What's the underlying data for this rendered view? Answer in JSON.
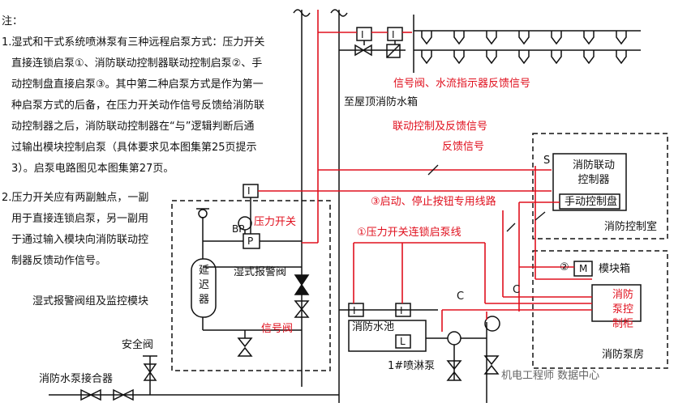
{
  "notes": {
    "heading": "注：",
    "lines": [
      "1.湿式和干式系统喷淋泵有三种远程启泵方式：压力开关",
      "直接连锁启泵①、消防联动控制器联动控制启泵②、手",
      "动控制盘直接启泵③。其中第二种启泵方式是作为第一",
      "种启泵方式的后备，在压力开关动作信号反馈给消防联",
      "动控制器之后，消防联动控制器在“与”逻辑判断后通",
      "过输出模块控制启泵（具体要求见本图集第25页提示",
      "3）。启泵电路图见本图集第27页。",
      "2.压力开关应有两副触点，一副",
      "用于直接连锁启泵，另一副用",
      "于通过输入模块向消防联动控",
      "制器反馈动作信号。"
    ]
  },
  "labels": {
    "signal_valve_flow_feedback": "信号阀、水流指示器反馈信号",
    "to_roof_tank": "至屋顶消防水箱",
    "linkage_feedback": "联动控制及反馈信号",
    "feedback_signal": "反馈信号",
    "start_stop_line": "③启动、停止按钮专用线路",
    "pressure_switch_interlock": "①压力开关连锁启泵线",
    "pressure_switch": "压力开关",
    "bp": "BP",
    "p": "P",
    "delay_device": "延迟器",
    "wet_alarm_valve": "湿式报警阀",
    "signal_valve": "信号阀",
    "wet_alarm_group": "湿式报警阀组及监控模块",
    "safety_valve": "安全阀",
    "pump_adapter": "消防水泵接合器",
    "fire_pool": "消防水池",
    "pump_1": "1#喷淋泵",
    "control_room": "消防控制室",
    "linkage_controller": "消防联动控制器",
    "manual_panel": "手动控制盘",
    "module_box": "模块箱",
    "pump_cabinet": "消防泵控制柜",
    "pump_room": "消防泵房",
    "module_m": "M",
    "circle_2": "②",
    "c1": "C",
    "c2": "C",
    "s": "S",
    "l": "L",
    "i": "I",
    "watermark": "机电工程师 数据中心"
  },
  "colors": {
    "red": "#e0101e",
    "black": "#111111"
  }
}
